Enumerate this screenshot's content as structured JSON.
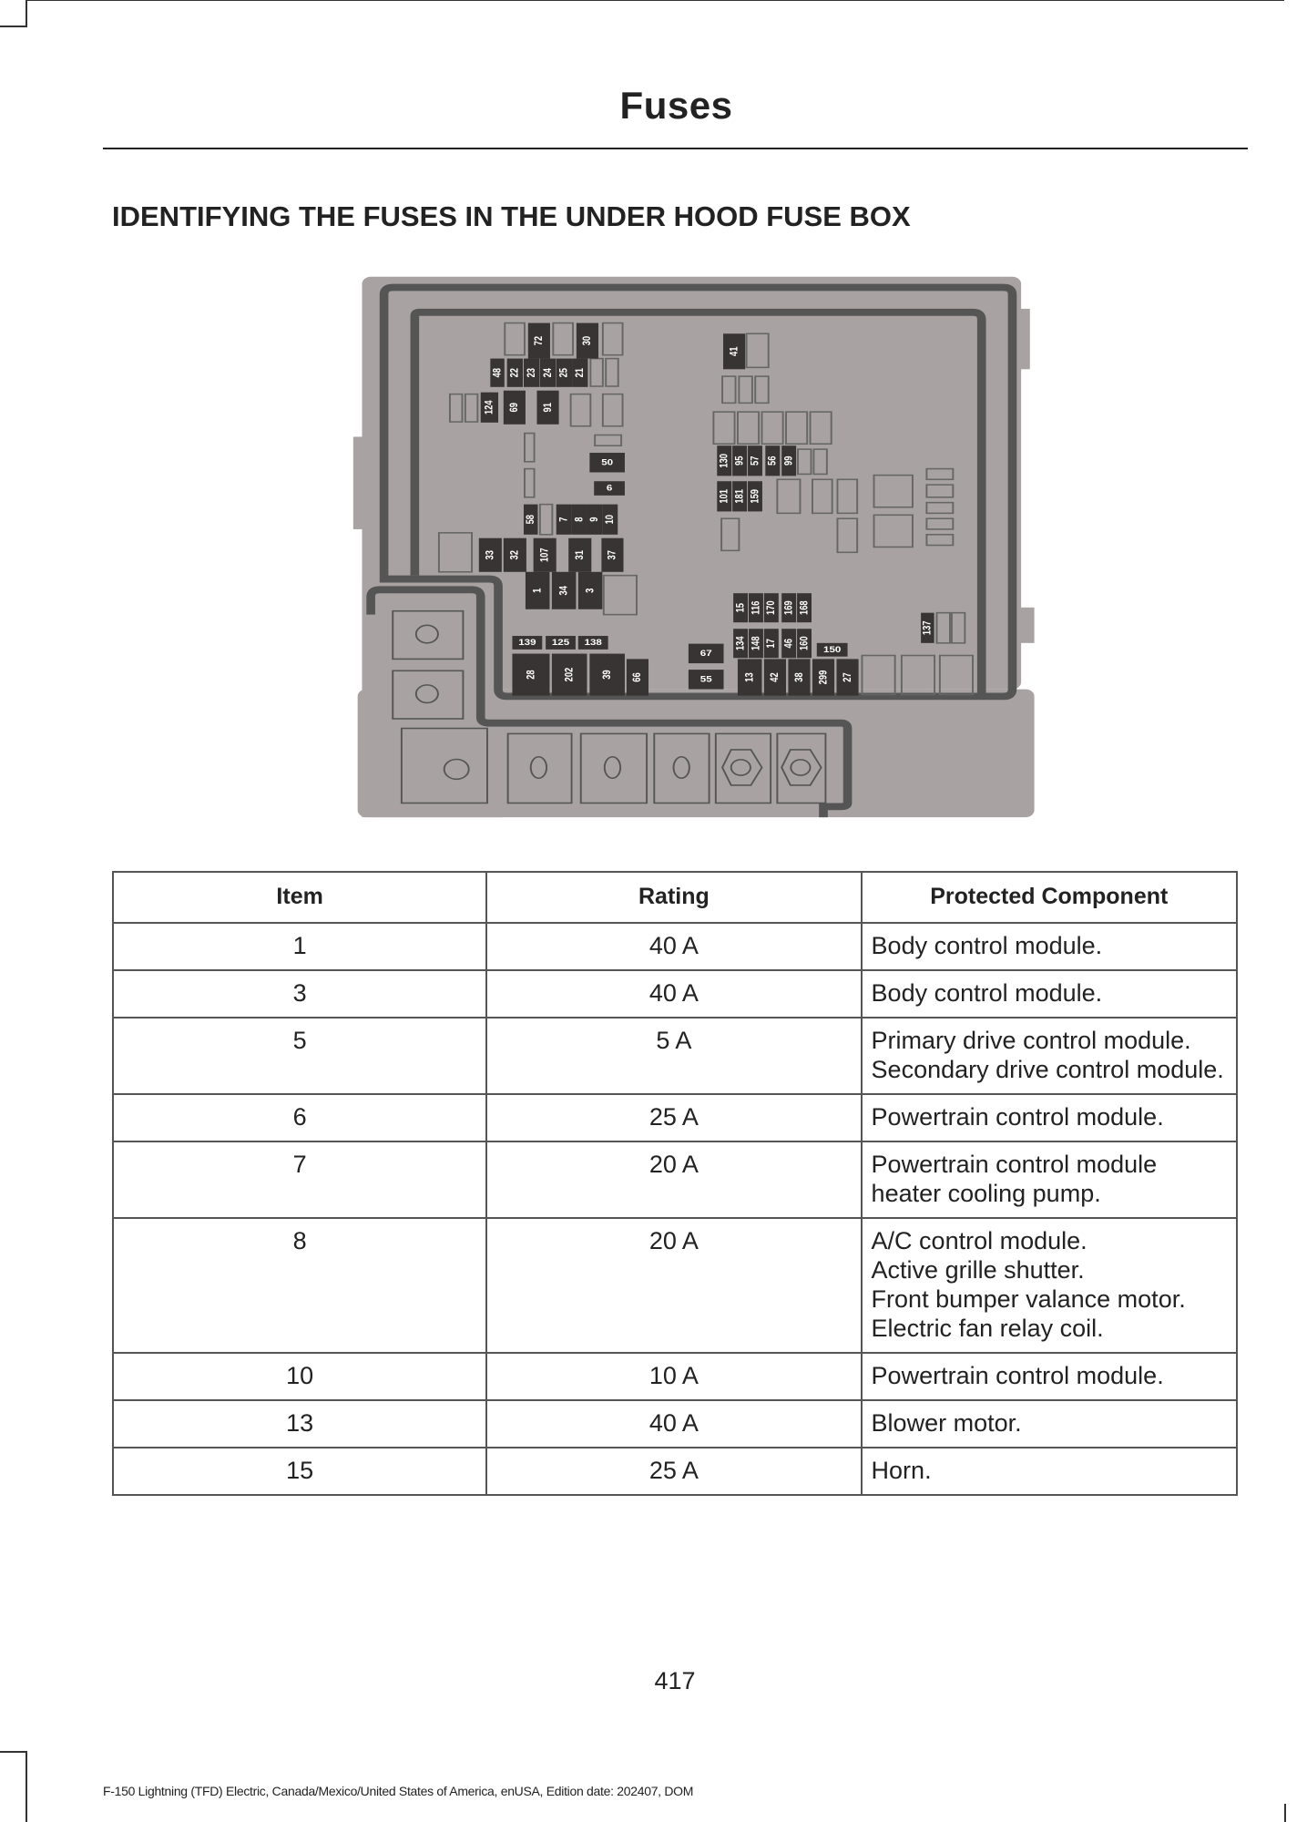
{
  "header": {
    "title": "Fuses"
  },
  "section_heading": "IDENTIFYING THE FUSES IN THE UNDER HOOD FUSE BOX",
  "diagram": {
    "fuses": [
      "72",
      "30",
      "48",
      "22",
      "23",
      "24",
      "25",
      "21",
      "124",
      "69",
      "91",
      "41",
      "50",
      "6",
      "58",
      "7",
      "8",
      "9",
      "10",
      "33",
      "32",
      "107",
      "31",
      "37",
      "1",
      "34",
      "3",
      "130",
      "95",
      "57",
      "56",
      "99",
      "101",
      "181",
      "159",
      "15",
      "116",
      "170",
      "169",
      "168",
      "134",
      "148",
      "17",
      "46",
      "160",
      "150",
      "137",
      "139",
      "125",
      "138",
      "28",
      "202",
      "39",
      "66",
      "67",
      "55",
      "13",
      "42",
      "38",
      "299",
      "27"
    ]
  },
  "table": {
    "headers": [
      "Item",
      "Rating",
      "Protected Component"
    ],
    "rows": [
      {
        "item": "1",
        "rating": "40 A",
        "component": [
          "Body control module."
        ]
      },
      {
        "item": "3",
        "rating": "40 A",
        "component": [
          "Body control module."
        ]
      },
      {
        "item": "5",
        "rating": "5 A",
        "component": [
          "Primary drive control module.",
          "Secondary drive control module."
        ]
      },
      {
        "item": "6",
        "rating": "25 A",
        "component": [
          "Powertrain control module."
        ]
      },
      {
        "item": "7",
        "rating": "20 A",
        "component": [
          "Powertrain control module heater cooling pump."
        ]
      },
      {
        "item": "8",
        "rating": "20 A",
        "component": [
          "A/C control module.",
          "Active grille shutter.",
          "Front bumper valance motor.",
          "Electric fan relay coil."
        ]
      },
      {
        "item": "10",
        "rating": "10 A",
        "component": [
          "Powertrain control module."
        ]
      },
      {
        "item": "13",
        "rating": "40 A",
        "component": [
          "Blower motor."
        ]
      },
      {
        "item": "15",
        "rating": "25 A",
        "component": [
          "Horn."
        ]
      }
    ]
  },
  "page_number": "417",
  "footer": "F-150 Lightning (TFD) Electric, Canada/Mexico/United States of America, enUSA, Edition date: 202407, DOM"
}
